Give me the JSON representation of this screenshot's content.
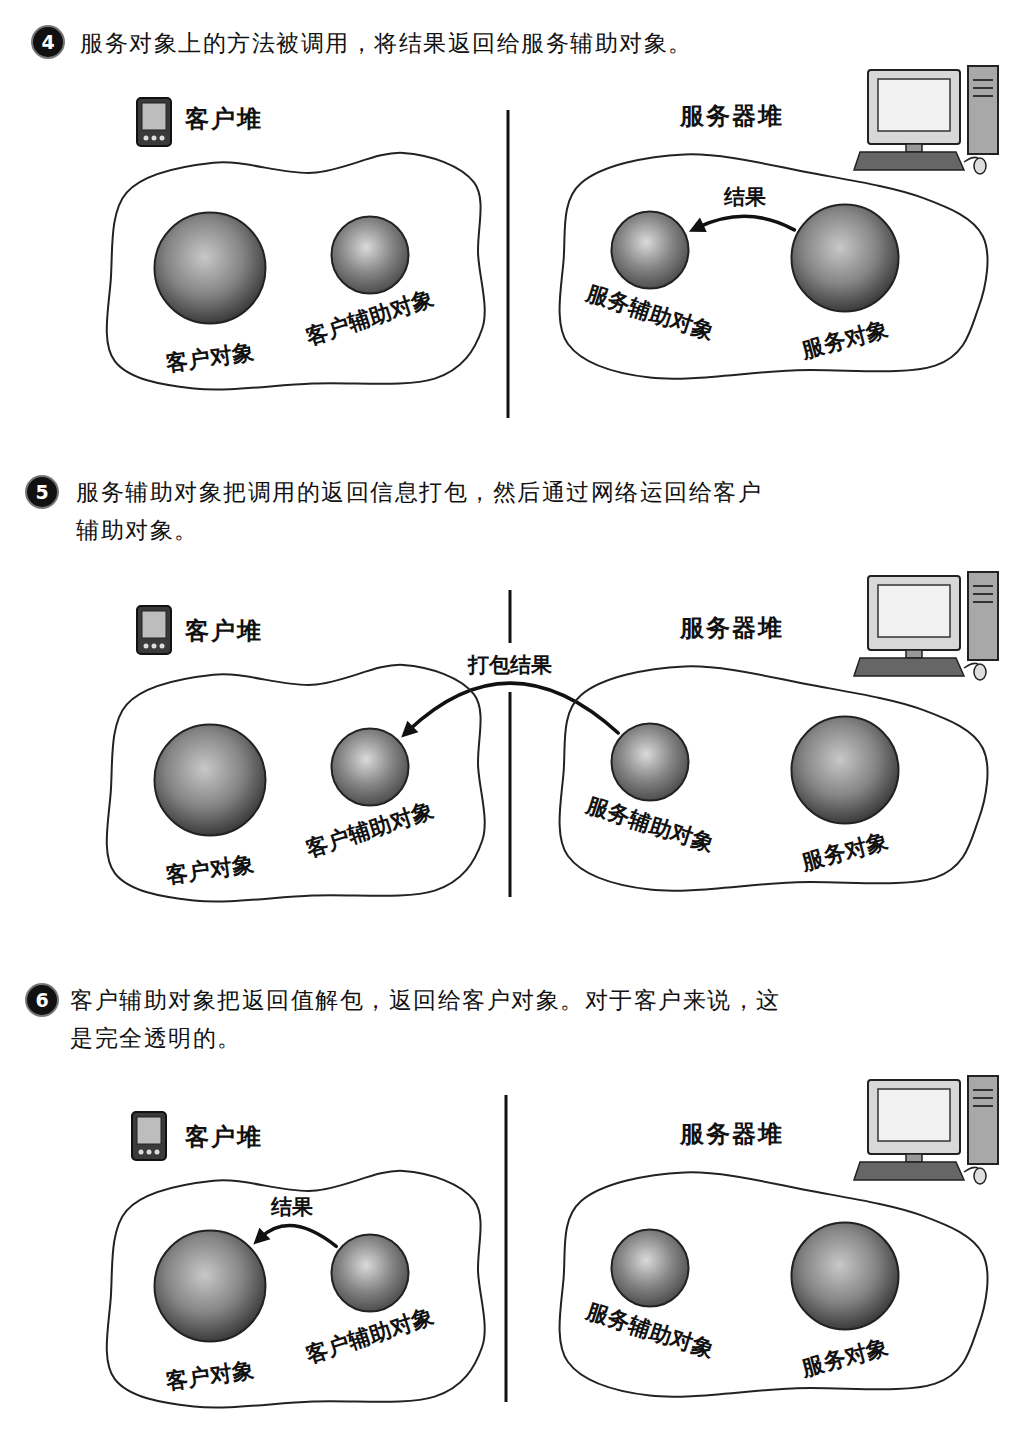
{
  "diagram": {
    "nodes": [
      {
        "text": [
          "客户堆"
        ]
      },
      {
        "text": [
          "客户对象"
        ],
        "in": 0
      },
      {
        "text": [
          "客户辅助对象"
        ],
        "in": 0
      },
      {
        "text": [
          "服务器堆"
        ]
      },
      {
        "text": [
          "服务辅助对象"
        ],
        "in": 3
      },
      {
        "text": [
          "服务对象"
        ],
        "in": 3
      },
      {
        "text": [
          "客户堆"
        ]
      },
      {
        "text": [
          "客户对象"
        ],
        "in": 6
      },
      {
        "text": [
          "客户辅助对象"
        ],
        "in": 6
      },
      {
        "text": [
          "服务器堆"
        ]
      },
      {
        "text": [
          "服务辅助对象"
        ],
        "in": 9
      },
      {
        "text": [
          "服务对象"
        ],
        "in": 9
      },
      {
        "text": [
          "客户堆"
        ]
      },
      {
        "text": [
          "客户对象"
        ],
        "in": 12
      },
      {
        "text": [
          "客户辅助对象"
        ],
        "in": 12
      },
      {
        "text": [
          "服务器堆"
        ]
      },
      {
        "text": [
          "服务辅助对象"
        ],
        "in": 15
      },
      {
        "text": [
          "服务对象"
        ],
        "in": 15
      }
    ],
    "edges": [
      {
        "from": 5,
        "to": 4,
        "label": "结果",
        "arrow": "to"
      },
      {
        "from": 10,
        "to": 8,
        "label": "打包结果",
        "arrow": "to"
      },
      {
        "from": 14,
        "to": 13,
        "label": "结果",
        "arrow": "to"
      }
    ],
    "labels": [
      "4",
      "服务对象上的方法被调用，将结果返回给服务辅助对象。",
      "5",
      "服务辅助对象把调用的返回信息打包，然后通过网络运回给客户 辅助对象。",
      "6",
      "客户辅助对象把返回值解包，返回给客户对象。对于客户来说，这 是完全透明的。"
    ]
  }
}
